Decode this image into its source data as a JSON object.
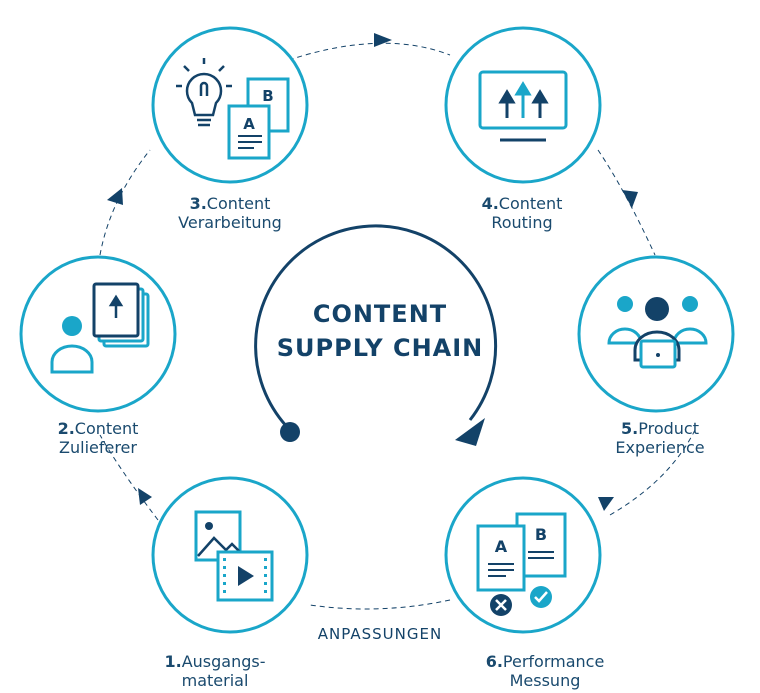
{
  "center": {
    "line1": "CONTENT",
    "line2": "SUPPLY CHAIN"
  },
  "loop_label": "ANPASSUNGEN",
  "steps": [
    {
      "num": "1.",
      "line1": "Ausgangs-",
      "line2": "material"
    },
    {
      "num": "2.",
      "line1": "Content",
      "line2": "Zulieferer"
    },
    {
      "num": "3.",
      "line1": "Content",
      "line2": "Verarbeitung"
    },
    {
      "num": "4.",
      "line1": "Content",
      "line2": "Routing"
    },
    {
      "num": "5.",
      "line1": "Product",
      "line2": "Experience"
    },
    {
      "num": "6.",
      "line1": "Performance",
      "line2": "Messung"
    }
  ],
  "icons": {
    "doc_a": "A",
    "doc_b": "B"
  },
  "colors": {
    "cyan": "#1aa6c9",
    "navy": "#134268",
    "label": "#1a4a6e"
  }
}
